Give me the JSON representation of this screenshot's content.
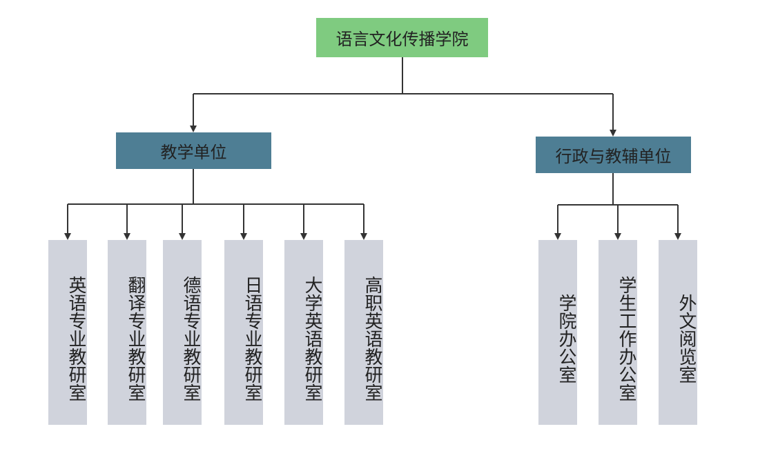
{
  "org_chart": {
    "root": {
      "label": "语言文化传播学院"
    },
    "branches": [
      {
        "label": "教学单位",
        "children": [
          {
            "label": "英语专业教研室"
          },
          {
            "label": "翻译专业教研室"
          },
          {
            "label": "德语专业教研室"
          },
          {
            "label": "日语专业教研室"
          },
          {
            "label": "大学英语教研室"
          },
          {
            "label": "高职英语教研室"
          }
        ]
      },
      {
        "label": "行政与教辅单位",
        "children": [
          {
            "label": "学院办公室"
          },
          {
            "label": "学生工作办公室"
          },
          {
            "label": "外文阅览室"
          }
        ]
      }
    ]
  },
  "colors": {
    "root_fill": "#7fcb80",
    "branch_fill": "#4e7e94",
    "leaf_fill": "#d0d3dc",
    "connector": "#333333"
  }
}
